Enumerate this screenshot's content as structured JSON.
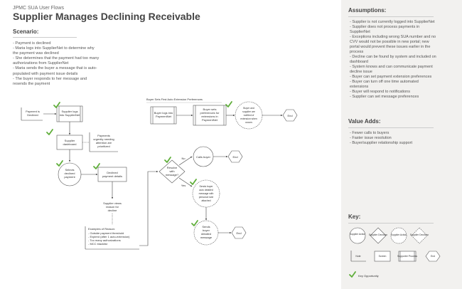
{
  "header": {
    "subtitle": "JPMC SUA User Flows",
    "title": "Supplier Manages Declining Receivable"
  },
  "scenario": {
    "heading": "Scenario:",
    "items": [
      "- Payment is declined",
      "- Maria logs into SupplierNet to determine why",
      "  the payment was declined",
      "- She determines that the payment had too many",
      "  authorizations from SupplierNet",
      "- Maria sends the buyer a message that is auto-",
      "  populated with payment issue details",
      "- The buyer responds to her message and",
      "  resends the payment"
    ]
  },
  "assumptions": {
    "heading": "Assumptions:",
    "items": [
      "- Supplier is not currently logged into SupplierNet",
      "- Supplier does not process payments in",
      "  SupplierNet",
      "- Exceptions including wrong SUA number and no",
      "  CVV would not be possible in new portal; new",
      "  portal would prevent these issues earlier in the",
      "  process",
      "- Decline can be found by system and included on",
      "  dashboard",
      "- System knows and can communicate payment",
      "  decline issue",
      "- Buyer can set payment extension preferences",
      "- Buyer can turn off one time automated",
      "  extensions",
      "- Buyer will respond to notifications",
      "- Supplier can set message preferences"
    ]
  },
  "value_adds": {
    "heading": "Value Adds:",
    "items": [
      "- Fewer calls to buyers",
      "- Faster issue resolution",
      "- Buyer/supplier relationship support"
    ]
  },
  "key": {
    "heading": "Key:",
    "shapes": [
      "Supplier Action",
      "Supplier Decision",
      "Supplier Action",
      "Supplier Decision",
      "Note",
      "Screen",
      "Supporter Process",
      "End"
    ],
    "opportunity_label": "Key Opportunity"
  },
  "flow": {
    "swimlane_label": "Buyer Sets First Auto Extension Preferences",
    "payment_declined": [
      "Payment is",
      "Declined"
    ],
    "supplier_logs_in": [
      "Supplier logs",
      "into SupplierNet"
    ],
    "buyer_logs_in": [
      "Buyer logs into",
      "PaymentNet"
    ],
    "buyer_sets_prefs": [
      "Buyer sets",
      "preferences for",
      "extensions in",
      "PaymentNet"
    ],
    "both_notified": [
      "Buyer and",
      "supplier are",
      "notified of",
      "extension when",
      "occurs"
    ],
    "end_label": "End",
    "supplier_dashboard": [
      "Supplier",
      "dashboard"
    ],
    "dashboard_note": [
      "Payments",
      "urgently needing",
      "attention are",
      "prioritized"
    ],
    "selects_declined": [
      "Selects",
      "declined",
      "payment"
    ],
    "declined_details": [
      "Declined",
      "payment details"
    ],
    "views_reason": [
      "Supplier views",
      "reason for",
      "decline"
    ],
    "reason_examples": [
      "Examples of Reason:",
      "- Outside payment threshold",
      "- Expired (after 1 auto-extension)",
      "- Too many authorizations",
      "- MCC blacklist"
    ],
    "decision": [
      "Resolve",
      "with",
      "message?"
    ],
    "no_label": "No",
    "yes_label": "Yes",
    "calls_buyer": "Calls buyer",
    "sends_auto_message": [
      "Sends buyer",
      "auto detailed",
      "message with",
      "personal note",
      "attached"
    ],
    "sends_detailed": [
      "Sends",
      "buyer",
      "detailed",
      "message"
    ]
  }
}
